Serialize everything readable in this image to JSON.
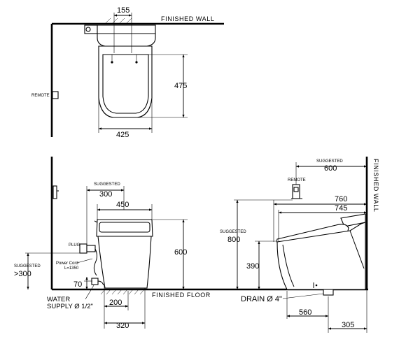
{
  "top_view": {
    "wall_label": "FINISHED  WALL",
    "remote_label": "REMOTE",
    "dim_155": "155",
    "dim_475": "475",
    "dim_425": "425"
  },
  "front_view": {
    "suggested_label": "SUGGESTED",
    "dim_300_top": "300",
    "dim_450": "450",
    "dim_600": "600",
    "plug_label": "PLUG",
    "power_cord_line1": "Power Cord",
    "power_cord_line2": "L=1350",
    "suggested_left_label": "SUGGESTED",
    "dim_gt300": ">300",
    "dim_70": "70",
    "water_supply_line1": "WATER",
    "water_supply_line2": "SUPPLY Ø 1/2\"",
    "dim_200": "200",
    "dim_320": "320",
    "floor_label": "FINISHED  FLOOR"
  },
  "side_view": {
    "suggested_label": "SUGGESTED",
    "dim_600": "600",
    "remote_label": "REMOTE",
    "dim_760": "760",
    "dim_745": "745",
    "suggested_800_label": "SUGGESTED",
    "dim_800": "800",
    "dim_390": "390",
    "drain_label": "DRAIN Ø 4\"",
    "dim_560": "560",
    "dim_305": "305",
    "wall_label_vertical": "FINISHED  WALL"
  }
}
